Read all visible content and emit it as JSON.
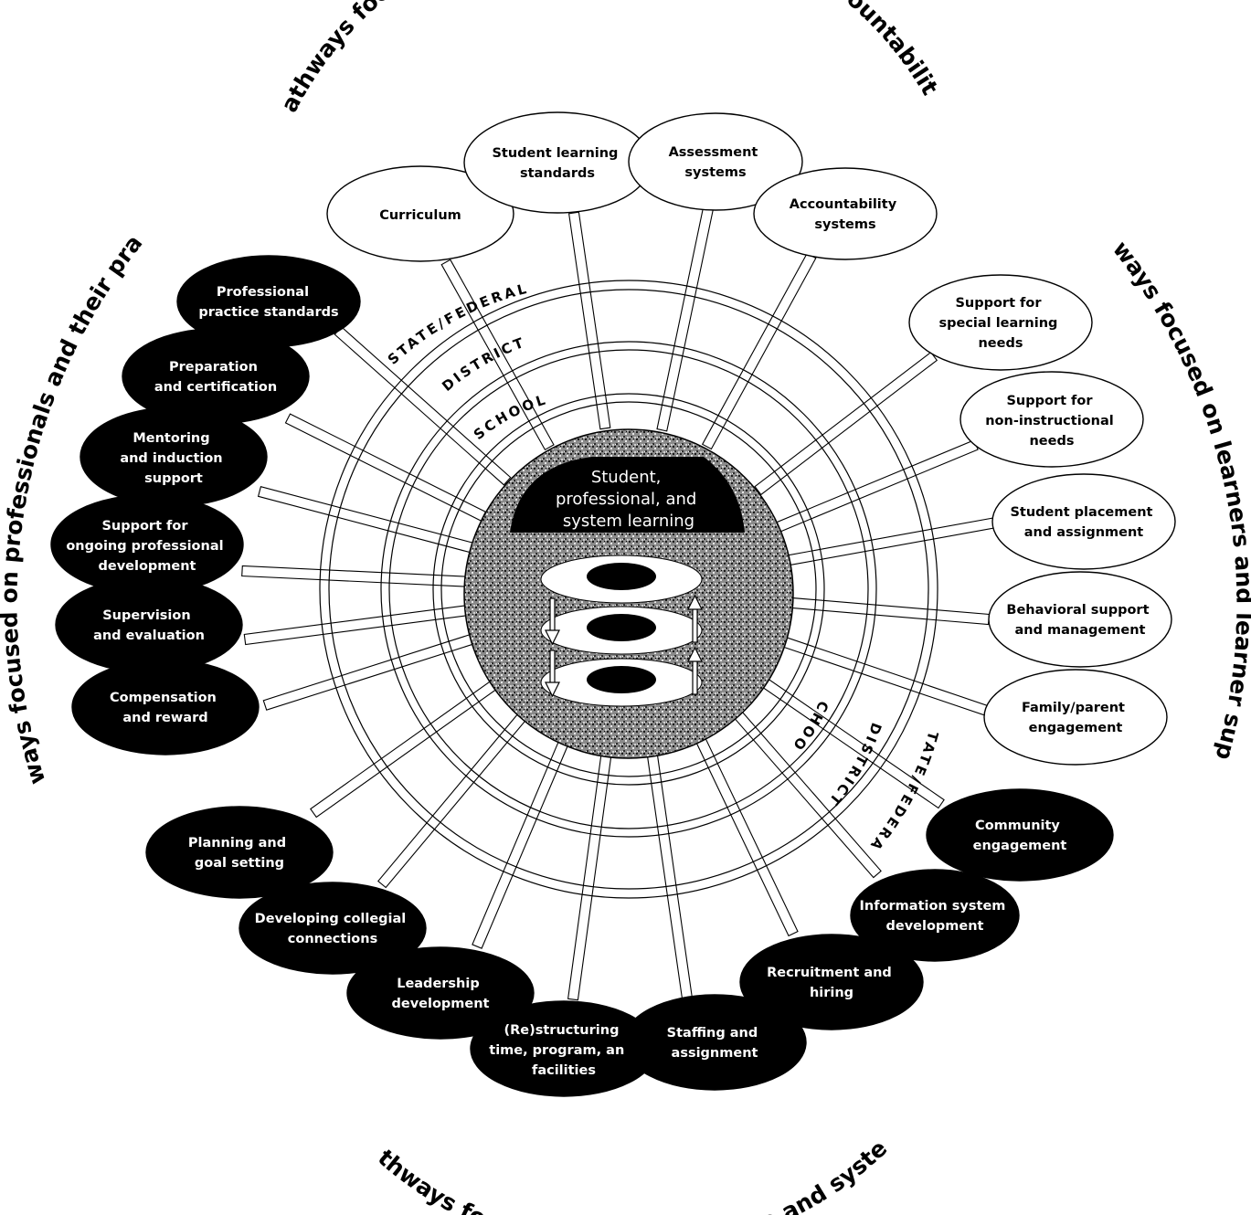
{
  "section_titles": {
    "top": "Pathways focused on content, assessment, and accountability",
    "left": "Pathways focused on professionals and their practice",
    "right": "Pathways focused on learners and learner support",
    "bottom": "Pathways focused on the workplace and system"
  },
  "ring_labels": {
    "state_federal": "STATE/FEDERAL",
    "district": "DISTRICT",
    "school": "SCHOOL"
  },
  "center": {
    "lines": [
      "Student,",
      "professional, and",
      "system learning"
    ]
  },
  "top_pathways": [
    {
      "lines": [
        "Curriculum"
      ]
    },
    {
      "lines": [
        "Student learning",
        "standards"
      ]
    },
    {
      "lines": [
        "Assessment",
        "systems"
      ]
    },
    {
      "lines": [
        "Accountability",
        "systems"
      ]
    }
  ],
  "right_pathways": [
    {
      "lines": [
        "Support for",
        "special learning",
        "needs"
      ]
    },
    {
      "lines": [
        "Support for",
        "non-instructional",
        "needs"
      ]
    },
    {
      "lines": [
        "Student placement",
        "and assignment"
      ]
    },
    {
      "lines": [
        "Behavioral support",
        "and management"
      ]
    },
    {
      "lines": [
        "Family/parent",
        "engagement"
      ]
    }
  ],
  "left_pathways": [
    {
      "lines": [
        "Professional",
        "practice standards"
      ]
    },
    {
      "lines": [
        "Preparation",
        "and certification"
      ]
    },
    {
      "lines": [
        "Mentoring",
        "and induction",
        "support"
      ]
    },
    {
      "lines": [
        "Support for",
        "ongoing professional",
        "development"
      ]
    },
    {
      "lines": [
        "Supervision",
        "and evaluation"
      ]
    },
    {
      "lines": [
        "Compensation",
        "and reward"
      ]
    }
  ],
  "bottom_pathways": [
    {
      "lines": [
        "Planning and",
        "goal setting"
      ]
    },
    {
      "lines": [
        "Developing collegial",
        "connections"
      ]
    },
    {
      "lines": [
        "Leadership",
        "development"
      ]
    },
    {
      "lines": [
        "(Re)structuring",
        "time, program, and",
        "facilities"
      ]
    },
    {
      "lines": [
        "Staffing and",
        "assignment"
      ]
    },
    {
      "lines": [
        "Recruitment and",
        "hiring"
      ]
    },
    {
      "lines": [
        "Information system",
        "development"
      ]
    },
    {
      "lines": [
        "Community",
        "engagement"
      ]
    }
  ]
}
